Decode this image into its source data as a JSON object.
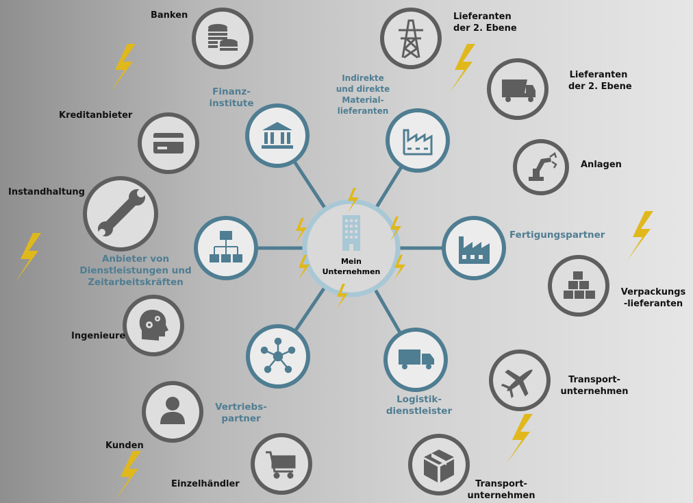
{
  "colors": {
    "teal": "#4f7d92",
    "grey": "#5e5e5e",
    "center_ring": "#a9c8d6",
    "bolt": "#e0b81c"
  },
  "center": {
    "label_line1": "Mein",
    "label_line2": "Unternehmen",
    "icon": "office-building-icon"
  },
  "hubs": {
    "finanzinstitute": {
      "line1": "Finanz-",
      "line2": "institute",
      "icon": "bank-icon"
    },
    "materiallieferanten": {
      "line1": "Indirekte",
      "line2": "und direkte",
      "line3": "Material-",
      "line4": "lieferanten",
      "icon": "factory-icon"
    },
    "fertigungspartner": {
      "label": "Fertigungspartner",
      "icon": "factory-icon"
    },
    "logistik": {
      "line1": "Logistik-",
      "line2": "dienstleister",
      "icon": "truck-icon"
    },
    "vertrieb": {
      "line1": "Vertriebs-",
      "line2": "partner",
      "icon": "network-hub-icon"
    },
    "dienstleistungen": {
      "line1": "Anbieter von",
      "line2": "Dienstleistungen und",
      "line3": "Zeitarbeitskräften",
      "icon": "org-chart-icon"
    }
  },
  "outer": {
    "banken": {
      "label": "Banken",
      "icon": "coins-icon"
    },
    "kreditanbieter": {
      "label": "Kreditanbieter",
      "icon": "credit-card-icon"
    },
    "instandhaltung": {
      "label": "Instandhaltung",
      "icon": "wrench-icon"
    },
    "ingenieure": {
      "label": "Ingenieure",
      "icon": "head-gears-icon"
    },
    "kunden": {
      "label": "Kunden",
      "icon": "person-icon"
    },
    "einzelhaendler": {
      "label": "Einzelhändler",
      "icon": "shopping-cart-icon"
    },
    "lieferanten1": {
      "line1": "Lieferanten",
      "line2": "der 2. Ebene",
      "icon": "power-tower-icon"
    },
    "lieferanten2": {
      "line1": "Lieferanten",
      "line2": "der 2. Ebene",
      "icon": "dump-truck-icon"
    },
    "anlagen": {
      "label": "Anlagen",
      "icon": "robot-arm-icon"
    },
    "verpackung": {
      "line1": "Verpackungs",
      "line2": "-lieferanten",
      "icon": "boxes-icon"
    },
    "transport1": {
      "line1": "Transport-",
      "line2": "unternehmen",
      "icon": "airplane-icon"
    },
    "transport2": {
      "line1": "Transport-",
      "line2": "unternehmen",
      "icon": "package-icon"
    }
  }
}
